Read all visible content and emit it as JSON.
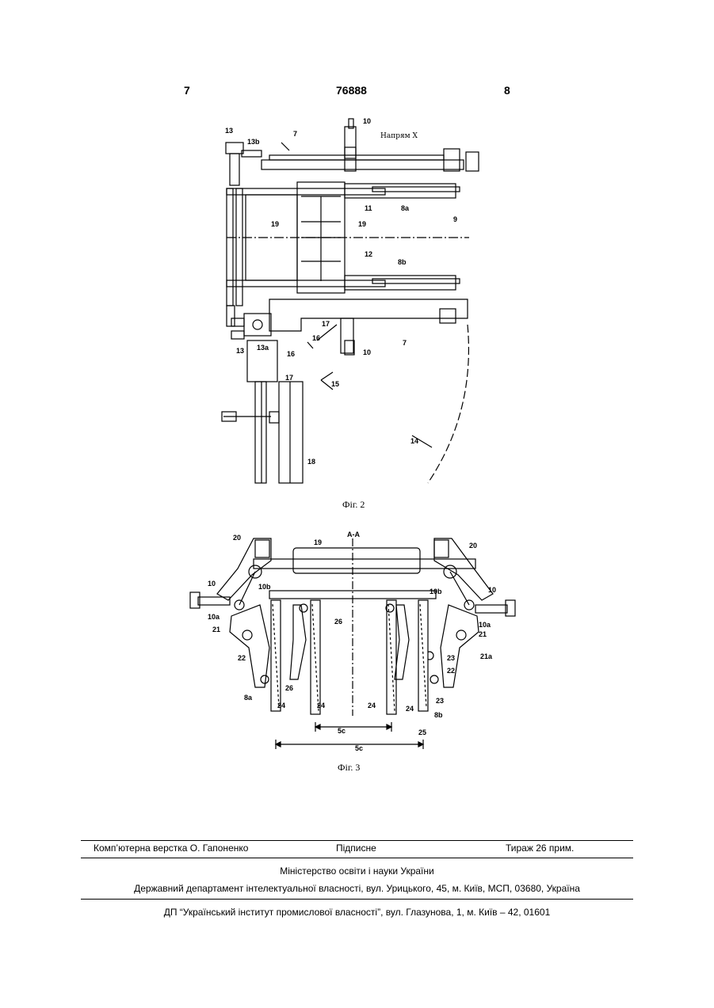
{
  "header": {
    "left_page": "7",
    "patent_number": "76888",
    "right_page": "8"
  },
  "figure2": {
    "caption": "Фіг. 2",
    "direction_label": "Напрям X",
    "labels": [
      "13",
      "13b",
      "7",
      "10",
      "8a",
      "11",
      "19",
      "19",
      "9",
      "12",
      "8b",
      "17",
      "13",
      "13a",
      "16",
      "16",
      "10",
      "7",
      "17",
      "15",
      "14",
      "18"
    ]
  },
  "figure3": {
    "caption": "Фіг. 3",
    "section_label": "A-A",
    "labels": [
      "20",
      "19",
      "20",
      "10",
      "10b",
      "10b",
      "10",
      "10a",
      "10a",
      "21",
      "21",
      "26",
      "21a",
      "22",
      "23",
      "22",
      "26",
      "23",
      "8a",
      "24",
      "24",
      "24",
      "24",
      "8b",
      "25",
      "5c",
      "5c"
    ]
  },
  "footer": {
    "layout": "Комп’ютерна верстка О. Гапоненко",
    "signed": "Підписне",
    "circulation": "Тираж 26 прим.",
    "ministry": "Міністерство освіти і науки України",
    "department": "Державний департамент інтелектуальної власності, вул. Урицького, 45, м. Київ, МСП, 03680, Україна",
    "institute": "ДП “Український інститут промислової власності”, вул. Глазунова, 1, м. Київ – 42, 01601"
  }
}
